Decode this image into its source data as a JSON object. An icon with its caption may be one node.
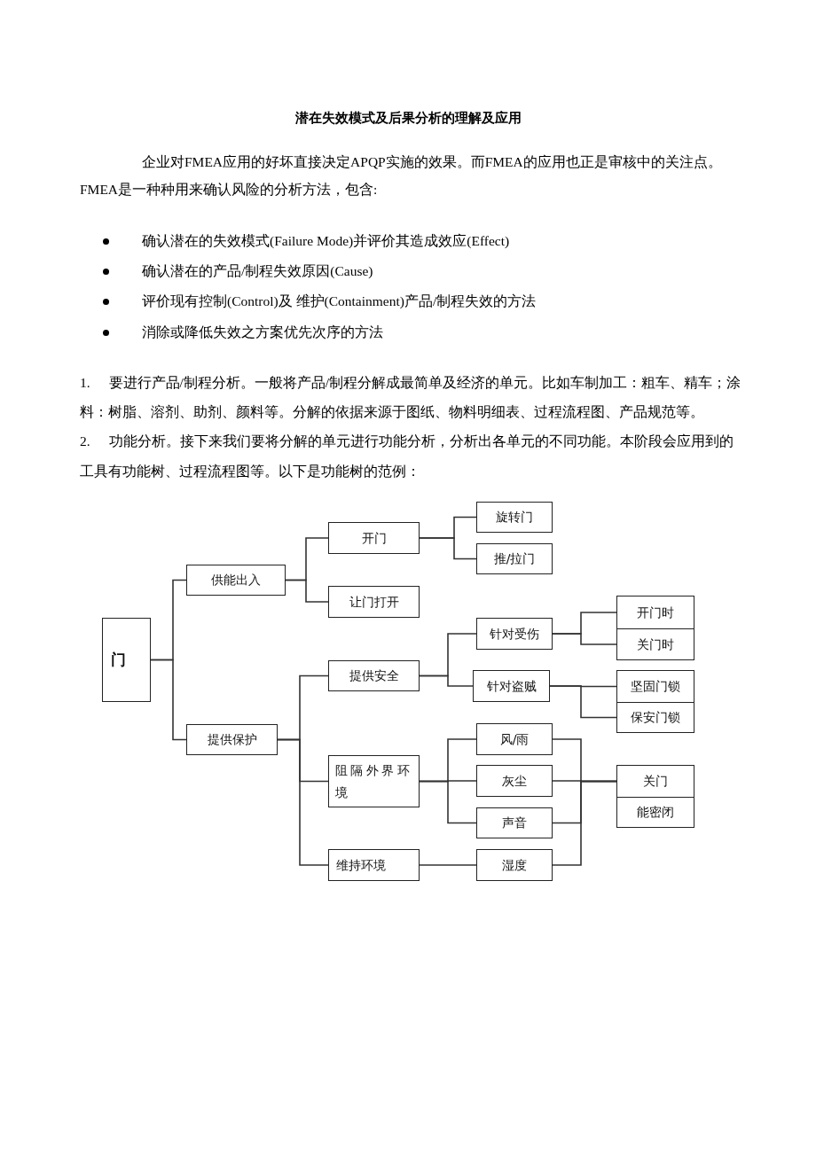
{
  "diagram": {
    "title": "潜在失效模式及后果分析的理解及应用",
    "nodes": [
      {
        "text": [
          "门"
        ]
      },
      {
        "text": [
          "供能出入"
        ]
      },
      {
        "text": [
          "提供保护"
        ]
      },
      {
        "text": [
          "开门"
        ]
      },
      {
        "text": [
          "让门打开"
        ]
      },
      {
        "text": [
          "旋转门"
        ]
      },
      {
        "text": [
          "推/拉门"
        ]
      },
      {
        "text": [
          "提供安全"
        ]
      },
      {
        "text": [
          "阻隔外界环境"
        ]
      },
      {
        "text": [
          "维持环境"
        ]
      },
      {
        "text": [
          "针对受伤"
        ]
      },
      {
        "text": [
          "针对盗贼"
        ]
      },
      {
        "text": [
          "开门时"
        ]
      },
      {
        "text": [
          "关门时"
        ]
      },
      {
        "text": [
          "坚固门锁"
        ]
      },
      {
        "text": [
          "保安门锁"
        ]
      },
      {
        "text": [
          "风/雨"
        ]
      },
      {
        "text": [
          "灰尘"
        ]
      },
      {
        "text": [
          "声音"
        ]
      },
      {
        "text": [
          "湿度"
        ]
      },
      {
        "text": [
          "关门"
        ]
      },
      {
        "text": [
          "能密闭"
        ]
      }
    ],
    "edges": [
      {
        "from": 0,
        "to": 1,
        "arrow": "none"
      },
      {
        "from": 0,
        "to": 2,
        "arrow": "none"
      },
      {
        "from": 1,
        "to": 3,
        "arrow": "none"
      },
      {
        "from": 1,
        "to": 4,
        "arrow": "none"
      },
      {
        "from": 3,
        "to": 5,
        "arrow": "none"
      },
      {
        "from": 3,
        "to": 6,
        "arrow": "none"
      },
      {
        "from": 2,
        "to": 7,
        "arrow": "none"
      },
      {
        "from": 2,
        "to": 8,
        "arrow": "none"
      },
      {
        "from": 2,
        "to": 9,
        "arrow": "none"
      },
      {
        "from": 7,
        "to": 10,
        "arrow": "none"
      },
      {
        "from": 7,
        "to": 11,
        "arrow": "none"
      },
      {
        "from": 10,
        "to": 12,
        "arrow": "none"
      },
      {
        "from": 10,
        "to": 13,
        "arrow": "none"
      },
      {
        "from": 11,
        "to": 14,
        "arrow": "none"
      },
      {
        "from": 11,
        "to": 15,
        "arrow": "none"
      },
      {
        "from": 8,
        "to": 16,
        "arrow": "none"
      },
      {
        "from": 8,
        "to": 17,
        "arrow": "none"
      },
      {
        "from": 8,
        "to": 18,
        "arrow": "none"
      },
      {
        "from": 9,
        "to": 19,
        "arrow": "none"
      },
      {
        "from": 16,
        "to": 20,
        "arrow": "none"
      },
      {
        "from": 17,
        "to": 20,
        "arrow": "none"
      },
      {
        "from": 18,
        "to": 20,
        "arrow": "none"
      },
      {
        "from": 19,
        "to": 20,
        "arrow": "none"
      }
    ],
    "labels": [
      "企业对FMEA应用的好坏直接决定APQP实施的效果。而FMEA的应用也正是审核中的关注点。FMEA是一种种用来确认风险的分析方法，包含:",
      "确认潜在的失效模式(Failure Mode)并评价其造成效应(Effect)",
      "确认潜在的产品/制程失效原因(Cause)",
      "评价现有控制(Control)及 维护(Containment)产品/制程失效的方法",
      "消除或降低失效之方案优先次序的方法",
      "1. 要进行产品/制程分析。一般将产品/制程分解成最简单及经济的单元。比如车制加工：粗车、精车；涂料：树脂、溶剂、助剂、颜料等。分解的依据来源于图纸、物料明细表、过程流程图、产品规范等。",
      "2. 功能分析。接下来我们要将分解的单元进行功能分析，分析出各单元的不同功能。本阶段会应用到的工具有功能树、过程流程图等。以下是功能树的范例："
    ]
  }
}
